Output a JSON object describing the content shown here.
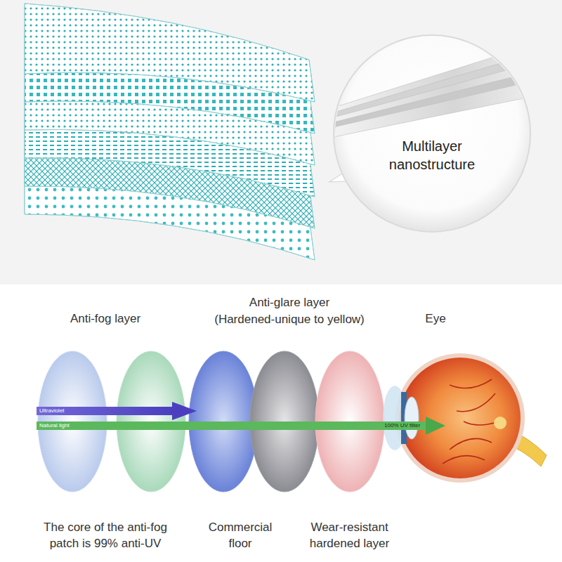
{
  "diagram": {
    "nodes": [
      {
        "text": [
          "Multilayer nanostructure"
        ]
      }
    ],
    "labels": [
      "Anti-fog layer",
      "Anti-glare layer",
      "(Hardened-unique to yellow)",
      "Eye",
      "Ultraviolet",
      "Natural light",
      "100% UV filter",
      "The core of the anti-fog patch is 99% anti-UV",
      "Commercial floor",
      "Wear-resistant hardened layer"
    ]
  }
}
